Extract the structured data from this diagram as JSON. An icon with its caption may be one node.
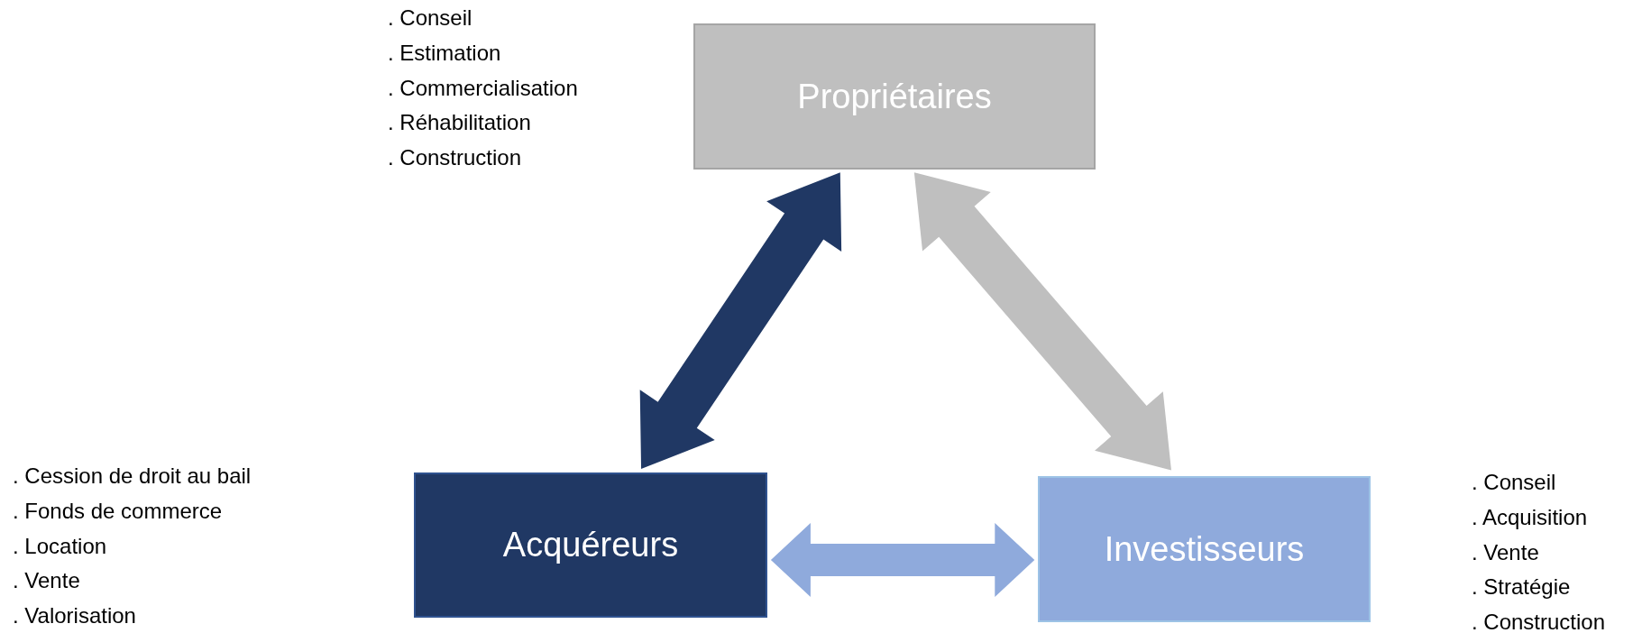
{
  "diagram": {
    "nodes": [
      {
        "text": [
          "Propriétaires"
        ],
        "beside": [
          ". Conseil",
          ". Estimation",
          ". Commercialisation",
          ". Réhabilitation",
          ". Construction"
        ]
      },
      {
        "text": [
          "Acquéreurs"
        ],
        "beside": [
          ". Cession de droit au bail",
          ". Fonds de commerce",
          ". Location",
          ". Vente",
          ". Valorisation"
        ]
      },
      {
        "text": [
          "Investisseurs"
        ],
        "beside": [
          ". Conseil",
          ". Acquisition",
          ". Vente",
          ". Stratégie",
          ". Construction"
        ]
      }
    ],
    "edges": [
      {
        "from": 1,
        "to": 0,
        "arrow": "both",
        "style": "thick",
        "color": "#203864"
      },
      {
        "from": 0,
        "to": 2,
        "arrow": "both",
        "style": "thick",
        "color": "#bfbfbf"
      },
      {
        "from": 1,
        "to": 2,
        "arrow": "both",
        "style": "thick",
        "color": "#8faadc"
      }
    ]
  }
}
